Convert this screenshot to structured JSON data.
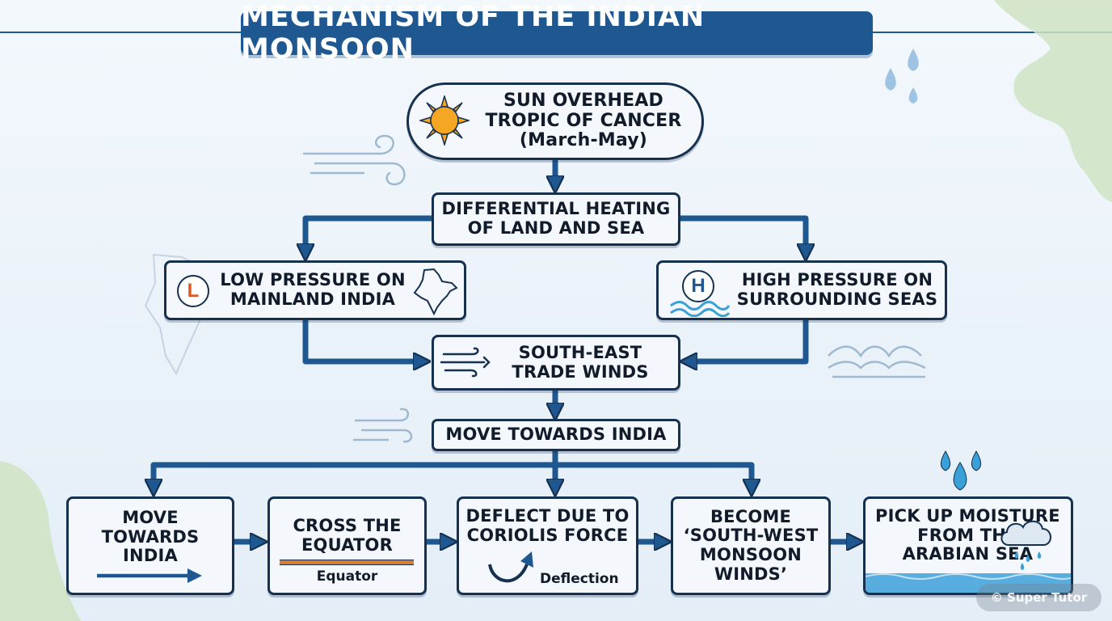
{
  "title": "MECHANISM OF THE INDIAN MONSOON",
  "watermark": "© Super Tutor",
  "colors": {
    "title_bg": "#1f5891",
    "arrow": "#1f5891",
    "box_border": "#16304f",
    "box_fill": "#f4f8fc",
    "low_letter": "#e0551f",
    "equator_line": "#d97b35",
    "sun": "#f5a623",
    "water": "#3aa0d8",
    "land": "#cfe3c2"
  },
  "nodes": {
    "sun": {
      "text": "SUN OVERHEAD\nTROPIC OF CANCER\n(March-May)",
      "icon": "sun-icon"
    },
    "heating": {
      "text": "DIFFERENTIAL HEATING\nOF LAND AND SEA"
    },
    "low": {
      "text": "LOW PRESSURE ON\nMAINLAND INDIA",
      "badge": "L",
      "icon": "india-map-icon"
    },
    "high": {
      "text": "HIGH PRESSURE ON\nSURROUNDING SEAS",
      "badge": "H",
      "icon": "waves-icon"
    },
    "trade": {
      "text": "SOUTH-EAST\nTRADE WINDS",
      "icon": "wind-icon"
    },
    "toward": {
      "text": "MOVE TOWARDS INDIA"
    },
    "b1": {
      "text": "MOVE\nTOWARDS\nINDIA",
      "icon": "right-arrow-icon"
    },
    "b2": {
      "text": "CROSS THE\nEQUATOR",
      "sublabel": "Equator",
      "icon": "equator-line-icon"
    },
    "b3": {
      "text": "DEFLECT DUE TO\nCORIOLIS FORCE",
      "sublabel": "Deflection",
      "icon": "curved-arrow-icon"
    },
    "b4": {
      "text": "BECOME\n‘SOUTH-WEST\nMONSOON\nWINDS’"
    },
    "b5": {
      "text": "PICK UP MOISTURE\nFROM THE\nARABIAN SEA",
      "icon": "rain-cloud-icon"
    }
  }
}
